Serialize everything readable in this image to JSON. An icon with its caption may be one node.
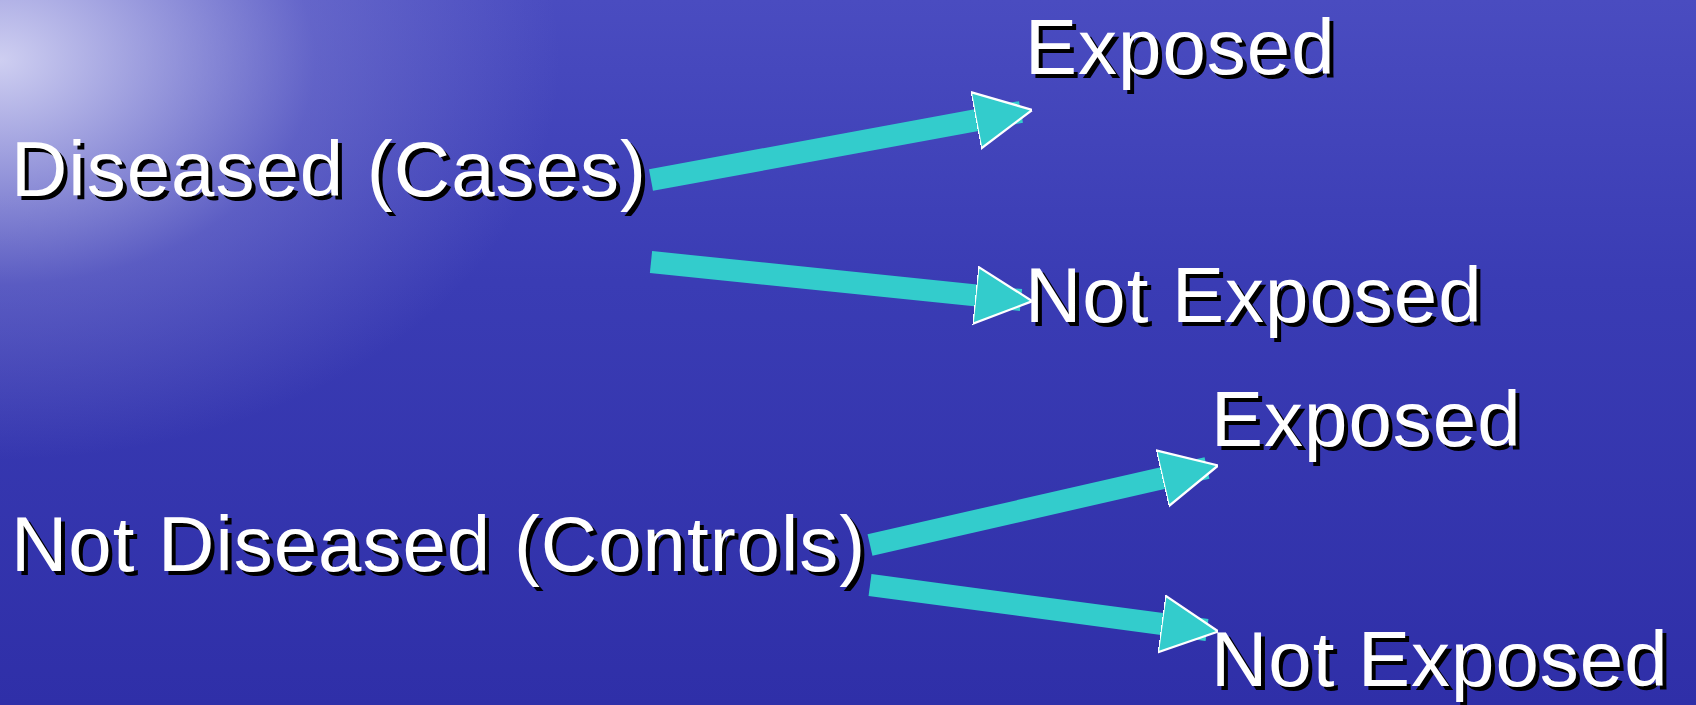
{
  "diagram": {
    "nodes": [
      {
        "text": [
          "Diseased (Cases)"
        ]
      },
      {
        "text": [
          "Exposed"
        ]
      },
      {
        "text": [
          "Not Exposed"
        ]
      },
      {
        "text": [
          "Not Diseased (Controls)"
        ]
      },
      {
        "text": [
          "Exposed"
        ]
      },
      {
        "text": [
          "Not Exposed"
        ]
      }
    ],
    "edges": [
      {
        "from": 0,
        "to": 1,
        "arrow": "to"
      },
      {
        "from": 0,
        "to": 2,
        "arrow": "to"
      },
      {
        "from": 3,
        "to": 4,
        "arrow": "to"
      },
      {
        "from": 3,
        "to": 5,
        "arrow": "to"
      }
    ]
  }
}
